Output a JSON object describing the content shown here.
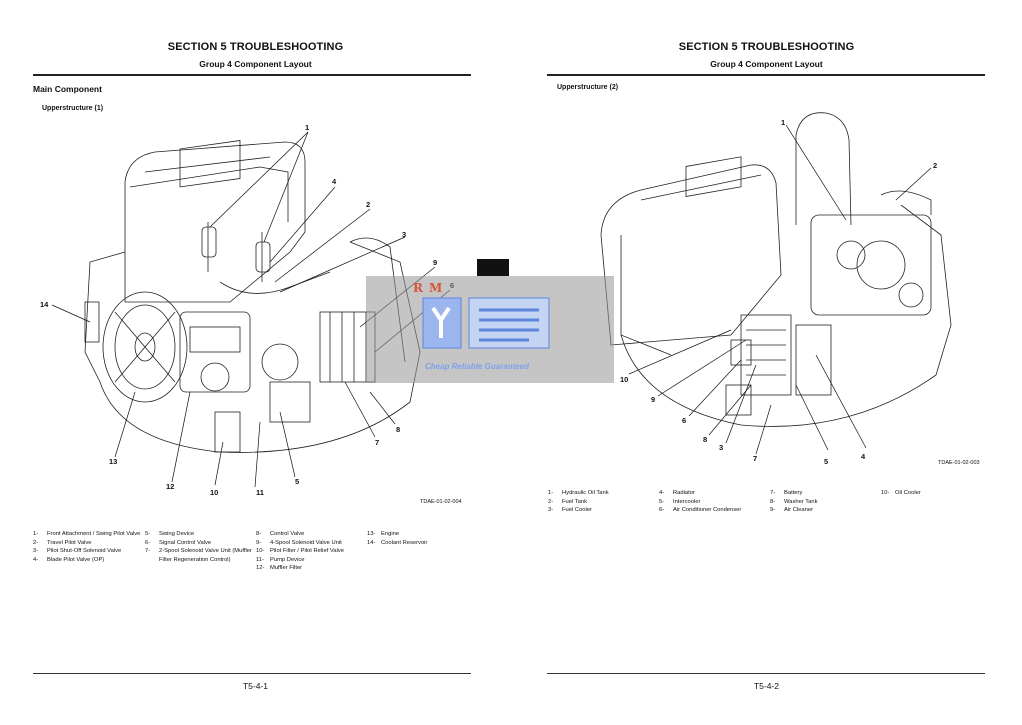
{
  "left_page": {
    "section_title": "SECTION 5 TROUBLESHOOTING",
    "group_title": "Group 4 Component Layout",
    "main_heading": "Main Component",
    "sub_heading": "Upperstructure (1)",
    "figure_code": "TDAE-01-02-004",
    "callouts": [
      "1",
      "2",
      "3",
      "4",
      "5",
      "6",
      "7",
      "8",
      "9",
      "10",
      "11",
      "12",
      "13",
      "14"
    ],
    "legend_columns": [
      [
        {
          "num": "1-",
          "text": "Front Attachment / Swing Pilot Valve"
        },
        {
          "num": "2-",
          "text": "Travel Pilot Valve"
        },
        {
          "num": "3-",
          "text": "Pilot Shut-Off Solenoid Valve"
        },
        {
          "num": "4-",
          "text": "Blade Pilot Valve (OP)"
        }
      ],
      [
        {
          "num": "5-",
          "text": "Swing Device"
        },
        {
          "num": "6-",
          "text": "Signal Control Valve"
        },
        {
          "num": "7-",
          "text": "2-Spool Solenoid Valve Unit (Muffler Filter Regeneration Control)"
        }
      ],
      [
        {
          "num": "8-",
          "text": "Control Valve"
        },
        {
          "num": "9-",
          "text": "4-Spool Solenoid Valve Unit"
        },
        {
          "num": "10-",
          "text": "Pilot Filter / Pilot Relief Valve"
        },
        {
          "num": "11-",
          "text": "Pump Device"
        },
        {
          "num": "12-",
          "text": "Muffler Filter"
        }
      ],
      [
        {
          "num": "13-",
          "text": "Engine"
        },
        {
          "num": "14-",
          "text": "Coolant Reservoir"
        }
      ]
    ],
    "page_number": "T5-4-1"
  },
  "right_page": {
    "section_title": "SECTION 5 TROUBLESHOOTING",
    "group_title": "Group 4 Component Layout",
    "sub_heading": "Upperstructure (2)",
    "figure_code": "TDAE-01-02-003",
    "callouts": [
      "1",
      "2",
      "3",
      "4",
      "5",
      "6",
      "7",
      "8",
      "9",
      "10"
    ],
    "legend_columns": [
      [
        {
          "num": "1-",
          "text": "Hydraulic Oil Tank"
        },
        {
          "num": "2-",
          "text": "Fuel Tank"
        },
        {
          "num": "3-",
          "text": "Fuel Cooler"
        }
      ],
      [
        {
          "num": "4-",
          "text": "Radiator"
        },
        {
          "num": "5-",
          "text": "Intercooler"
        },
        {
          "num": "6-",
          "text": "Air Conditioner Condenser"
        }
      ],
      [
        {
          "num": "7-",
          "text": "Battery"
        },
        {
          "num": "8-",
          "text": "Washer Tank"
        },
        {
          "num": "9-",
          "text": "Air Cleaner"
        }
      ],
      [
        {
          "num": "10-",
          "text": "Oil Cooler"
        }
      ]
    ],
    "page_number": "T5-4-2"
  },
  "watermark": {
    "logo_letters": "RM",
    "tagline": "Cheap Reliable Guaranteed",
    "color_text": "#7ea3ec",
    "color_letters": "#d8543a"
  }
}
